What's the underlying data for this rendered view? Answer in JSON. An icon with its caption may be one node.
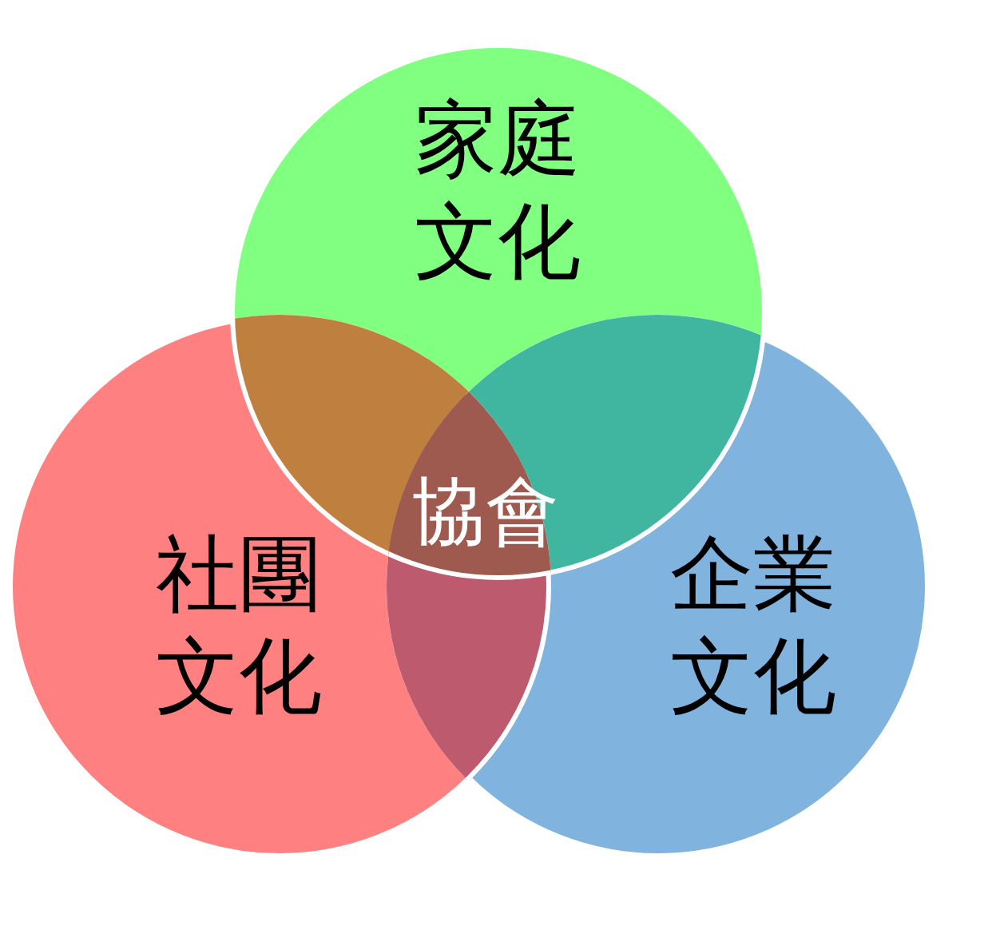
{
  "diagram": {
    "nodes": [
      {
        "text": [
          "家庭文化"
        ]
      },
      {
        "text": [
          "社團文化"
        ]
      },
      {
        "text": [
          "企業文化"
        ]
      }
    ],
    "labels": [
      "協會"
    ]
  }
}
